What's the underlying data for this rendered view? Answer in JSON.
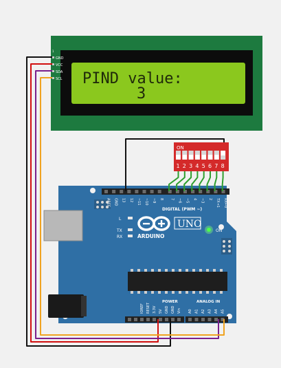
{
  "lcd": {
    "line1": "PIND value:",
    "line2": "3",
    "pin_labels": [
      "GND",
      "VCC",
      "SDA",
      "SCL"
    ],
    "pin_index": "1"
  },
  "dip_switch": {
    "on_label": "ON",
    "numbers": [
      "1",
      "2",
      "3",
      "4",
      "5",
      "6",
      "7",
      "8"
    ]
  },
  "arduino": {
    "logo_symbol": "⊖⊕",
    "brand": "ARDUINO",
    "model": "UNO",
    "on_led_label": "ON",
    "tx_label": "TX",
    "rx_label": "RX",
    "l_label": "L",
    "digital_header_label": "DIGITAL (PWM ~)",
    "digital_pins": [
      "AREF",
      "GND",
      "13",
      "12",
      "~11",
      "~10",
      "~9",
      "8",
      "7",
      "~6",
      "~5",
      "4",
      "~3",
      "2",
      "TX→1",
      "RX←0"
    ],
    "power_header_label": "POWER",
    "power_pins": [
      "IOREF",
      "RESET",
      "3.3V",
      "5V",
      "GND",
      "GND",
      "Vin"
    ],
    "analog_header_label": "ANALOG IN",
    "analog_pins": [
      "A0",
      "A1",
      "A2",
      "A3",
      "A4",
      "A5"
    ]
  },
  "colors": {
    "background": "#f1f1f1",
    "lcd_board": "#1d7a3f",
    "lcd_screen": "#8bc81e",
    "lcd_text": "#1f2a0a",
    "arduino_board": "#2f6fa5",
    "dip_body": "#d42a2a",
    "wire_gnd": "#111111",
    "wire_vcc": "#d10f0f",
    "wire_sda": "#7a1f8c",
    "wire_scl": "#f0a320",
    "wire_dip": "#2e9e2e"
  }
}
